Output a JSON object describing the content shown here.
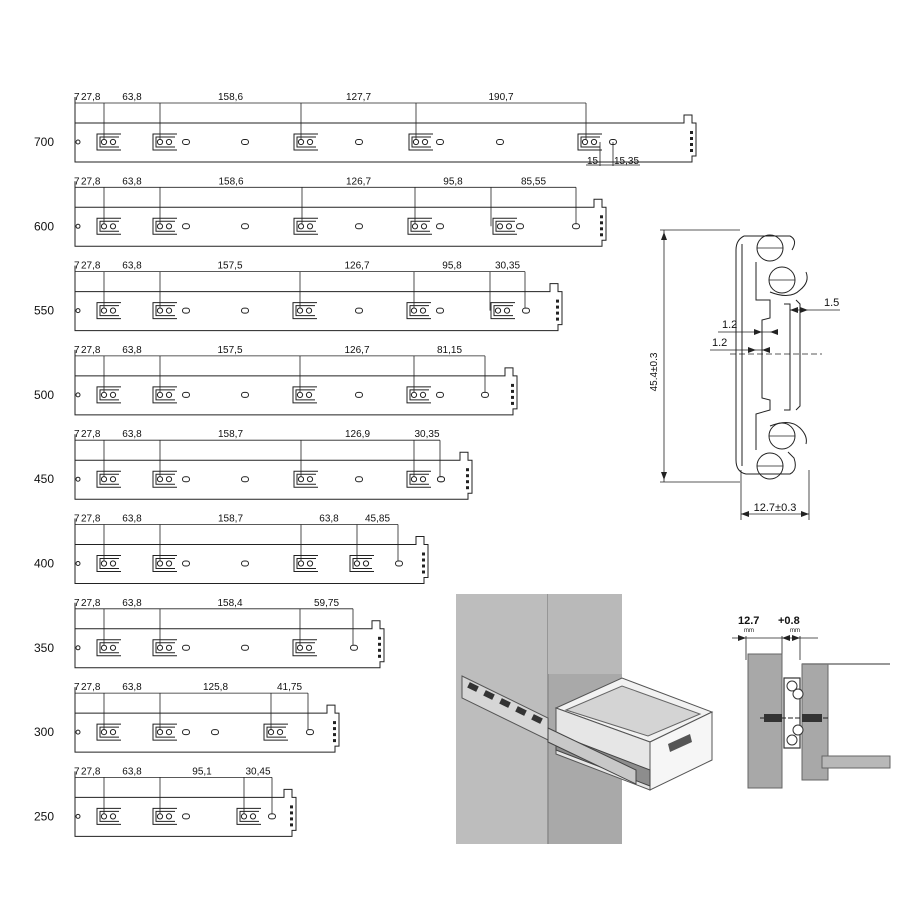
{
  "rails": [
    {
      "length": "700",
      "dims": [
        "7",
        "27,8",
        "63,8",
        "158,6",
        "127,7",
        "190,7"
      ],
      "extra": [
        "15",
        "15,35"
      ]
    },
    {
      "length": "600",
      "dims": [
        "7",
        "27,8",
        "63,8",
        "158,6",
        "126,7",
        "95,8",
        "85,55"
      ]
    },
    {
      "length": "550",
      "dims": [
        "7",
        "27,8",
        "63,8",
        "157,5",
        "126,7",
        "95,8",
        "30,35"
      ]
    },
    {
      "length": "500",
      "dims": [
        "7",
        "27,8",
        "63,8",
        "157,5",
        "126,7",
        "81,15"
      ]
    },
    {
      "length": "450",
      "dims": [
        "7",
        "27,8",
        "63,8",
        "158,7",
        "126,9",
        "30,35"
      ]
    },
    {
      "length": "400",
      "dims": [
        "7",
        "27,8",
        "63,8",
        "158,7",
        "63,8",
        "45,85"
      ]
    },
    {
      "length": "350",
      "dims": [
        "7",
        "27,8",
        "63,8",
        "158,4",
        "59,75"
      ]
    },
    {
      "length": "300",
      "dims": [
        "7",
        "27,8",
        "63,8",
        "125,8",
        "41,75"
      ]
    },
    {
      "length": "250",
      "dims": [
        "7",
        "27,8",
        "63,8",
        "95,1",
        "30,45"
      ]
    }
  ],
  "profile": {
    "height": "45.4±0.3",
    "width": "12.7±0.3",
    "dim_a": "1.5",
    "dim_b": "1.2",
    "dim_c": "1.2"
  },
  "mounting": {
    "dim_left": "12.7",
    "dim_right": "+0.8",
    "unit_left": "mm",
    "unit_right": "mm"
  }
}
